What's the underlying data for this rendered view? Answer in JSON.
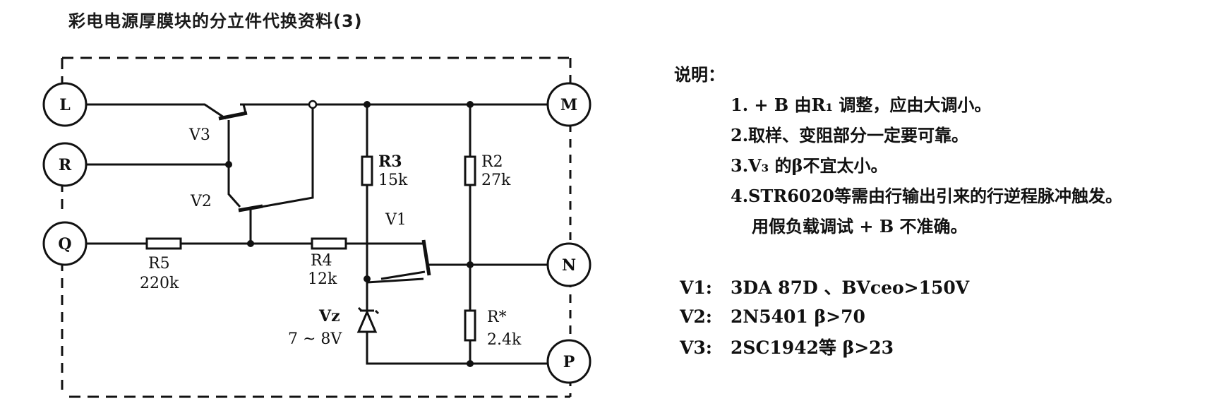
{
  "title": "彩电电源厚膜块的分立件代换资料(3)",
  "terminals": {
    "L": "L",
    "R": "R",
    "Q": "Q",
    "M": "M",
    "N": "N",
    "P": "P"
  },
  "components": {
    "v3": "V3",
    "v2": "V2",
    "v1": "V1",
    "r3_name": "R3",
    "r3_value": "15k",
    "r2_name": "R2",
    "r2_value": "27k",
    "r5_name": "R5",
    "r5_value": "220k",
    "r4_name": "R4",
    "r4_value": "12k",
    "rstar_name": "R*",
    "rstar_value": "2.4k",
    "vz_name": "Vz",
    "vz_value": "7 ~ 8V"
  },
  "notes": {
    "heading": "说明：",
    "items": [
      "1. + B 由R₁ 调整，应由大调小。",
      "2.取样、变阻部分一定要可靠。",
      "3.V₃ 的β不宜太小。",
      "4.STR6020等需由行输出引来的行逆程脉冲触发。"
    ],
    "item4_cont": "用假负载调试 + B 不准确。"
  },
  "parts": [
    {
      "name": "V1:",
      "spec": "3DA 87D 、BVceo>150V"
    },
    {
      "name": "V2:",
      "spec": "2N5401 β>70"
    },
    {
      "name": "V3:",
      "spec": "2SC1942等 β>23"
    }
  ]
}
